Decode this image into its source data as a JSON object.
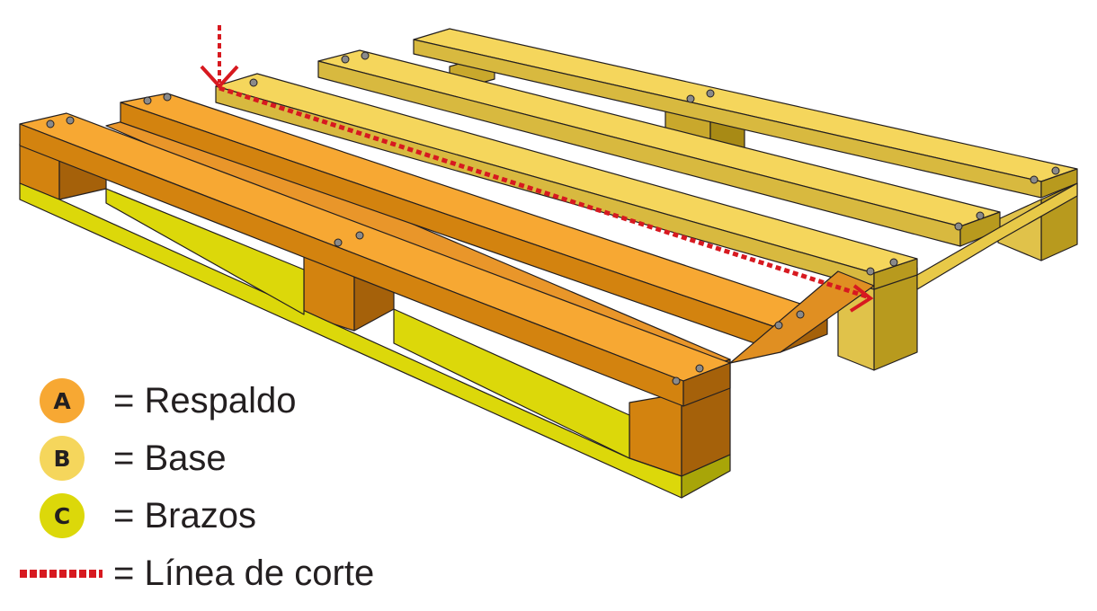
{
  "legend": [
    {
      "key": "A",
      "label": "= Respaldo",
      "color": "#f7a833"
    },
    {
      "key": "B",
      "label": "= Base",
      "color": "#f5d65c"
    },
    {
      "key": "C",
      "label": "= Brazos",
      "color": "#dcd80a"
    }
  ],
  "cut_line": {
    "label": "= Línea de corte",
    "color": "#d71920"
  },
  "colors": {
    "respaldo": "#f7a833",
    "base": "#f5d65c",
    "brazos": "#dcd80a",
    "outline": "#231f20",
    "nail": "#8a8a8a"
  }
}
